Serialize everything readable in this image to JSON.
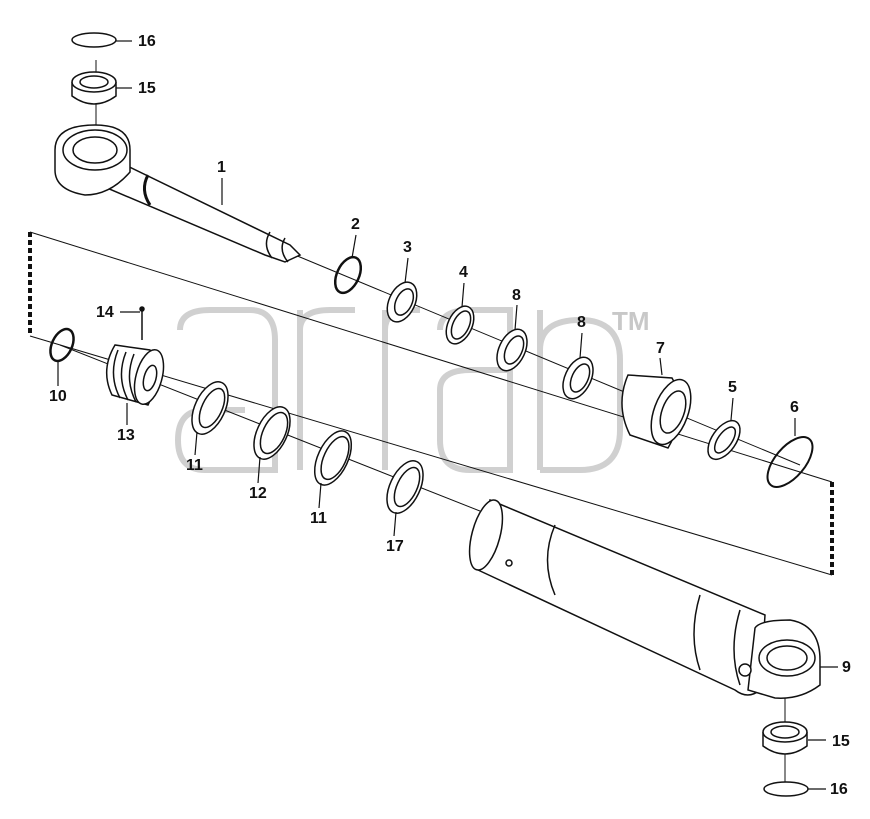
{
  "diagram": {
    "watermark_mark": "TM",
    "callouts": {
      "c1": "1",
      "c2": "2",
      "c3": "3",
      "c4": "4",
      "c5": "5",
      "c6": "6",
      "c7": "7",
      "c8a": "8",
      "c8b": "8",
      "c9": "9",
      "c10": "10",
      "c11a": "11",
      "c11b": "11",
      "c12": "12",
      "c13": "13",
      "c14": "14",
      "c15a": "15",
      "c15b": "15",
      "c16a": "16",
      "c16b": "16",
      "c17": "17"
    }
  },
  "colors": {
    "line": "#111111",
    "fill": "#ffffff",
    "watermark": "#c8c8c8"
  }
}
